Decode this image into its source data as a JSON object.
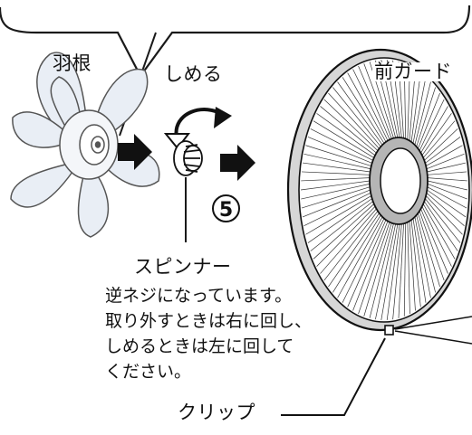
{
  "labels": {
    "blade": "羽根",
    "tighten": "しめる",
    "front_guard": "前ガード",
    "step_number": "5",
    "spinner": "スピンナー",
    "clip": "クリップ"
  },
  "note": {
    "lines": [
      "逆ネジになっています。",
      "取り外すときは右に回し、",
      "しめるときは左に回して",
      "ください。"
    ]
  },
  "colors": {
    "line": "#1a1a1a",
    "blade_fill": "#e9eef5",
    "guard_ring": "#d6d6d6",
    "guard_hub": "#b5b5b5"
  }
}
